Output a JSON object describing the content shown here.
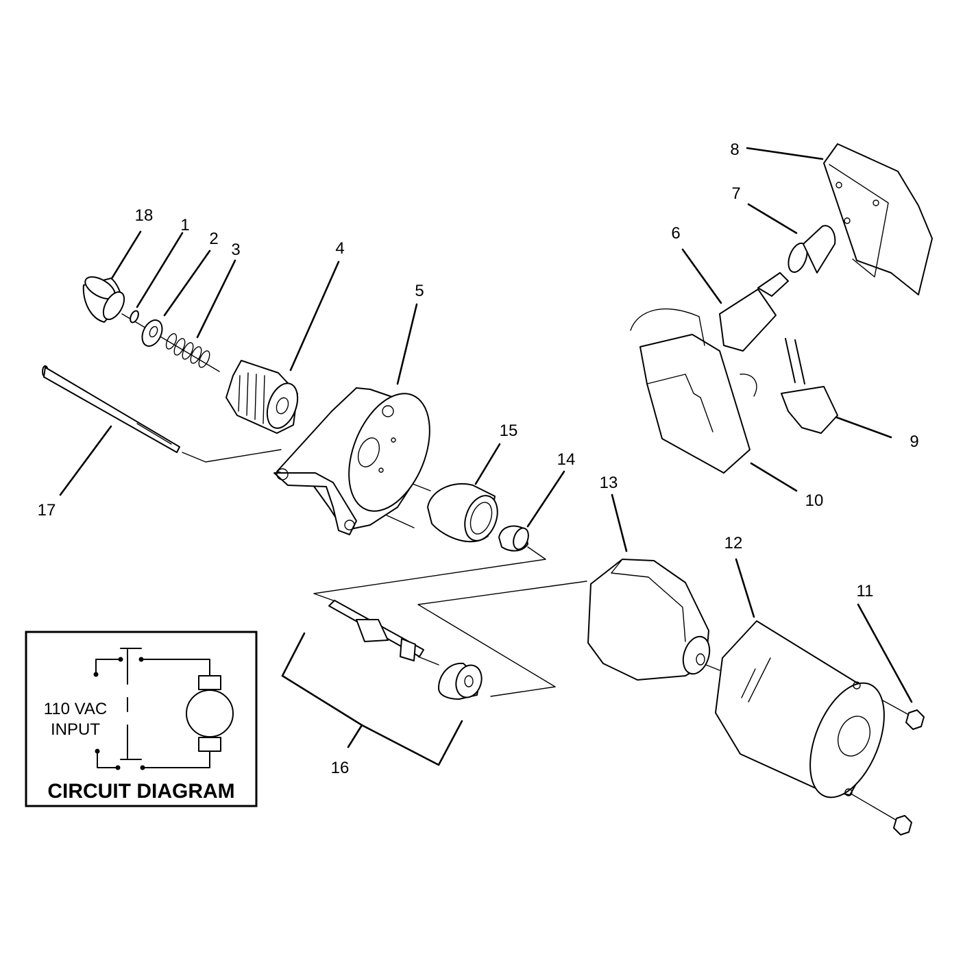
{
  "callouts": [
    {
      "id": "c18",
      "label": "18"
    },
    {
      "id": "c1",
      "label": "1"
    },
    {
      "id": "c2",
      "label": "2"
    },
    {
      "id": "c3",
      "label": "3"
    },
    {
      "id": "c4",
      "label": "4"
    },
    {
      "id": "c5",
      "label": "5"
    },
    {
      "id": "c6",
      "label": "6"
    },
    {
      "id": "c7",
      "label": "7"
    },
    {
      "id": "c8",
      "label": "8"
    },
    {
      "id": "c9",
      "label": "9"
    },
    {
      "id": "c10",
      "label": "10"
    },
    {
      "id": "c11",
      "label": "11"
    },
    {
      "id": "c12",
      "label": "12"
    },
    {
      "id": "c13",
      "label": "13"
    },
    {
      "id": "c14",
      "label": "14"
    },
    {
      "id": "c15",
      "label": "15"
    },
    {
      "id": "c16",
      "label": "16"
    },
    {
      "id": "c17",
      "label": "17"
    }
  ],
  "circuit": {
    "input_line1": "110 VAC",
    "input_line2": "INPUT",
    "title": "CIRCUIT DIAGRAM"
  }
}
